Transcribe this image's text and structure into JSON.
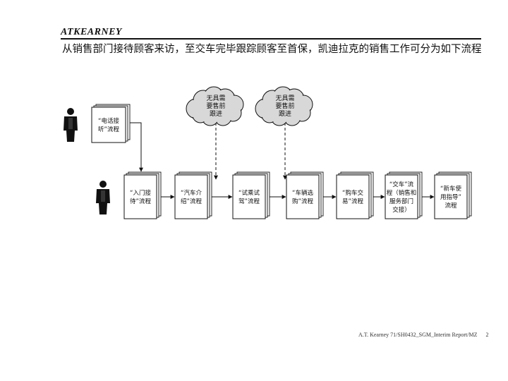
{
  "header": {
    "logo": "ATKEARNEY",
    "title": "从销售部门接待顾客来访，至交车完毕跟踪顾客至首保，凯迪拉克的销售工作可分为如下流程"
  },
  "diagram": {
    "phone_box": [
      "“电话接",
      "听”流程"
    ],
    "process_boxes": [
      [
        "“入门接",
        "待”流程"
      ],
      [
        "“汽车介",
        "绍”流程"
      ],
      [
        "“试乘试",
        "驾”流程"
      ],
      [
        "“车辆选",
        "购”流程"
      ],
      [
        "“购车交",
        "易”流程"
      ],
      [
        "“交车”流",
        "程（销售和",
        "服务部门",
        "交接）"
      ],
      [
        "“新车使",
        "用指导”",
        "流程"
      ]
    ],
    "clouds": [
      [
        "无具需",
        "要售前",
        "跟进"
      ],
      [
        "无具需",
        "要售前",
        "跟进"
      ]
    ]
  },
  "footer": {
    "report": "A.T. Kearney 71/SH0432_SGM_Interim Report/MZ",
    "page": "2"
  }
}
